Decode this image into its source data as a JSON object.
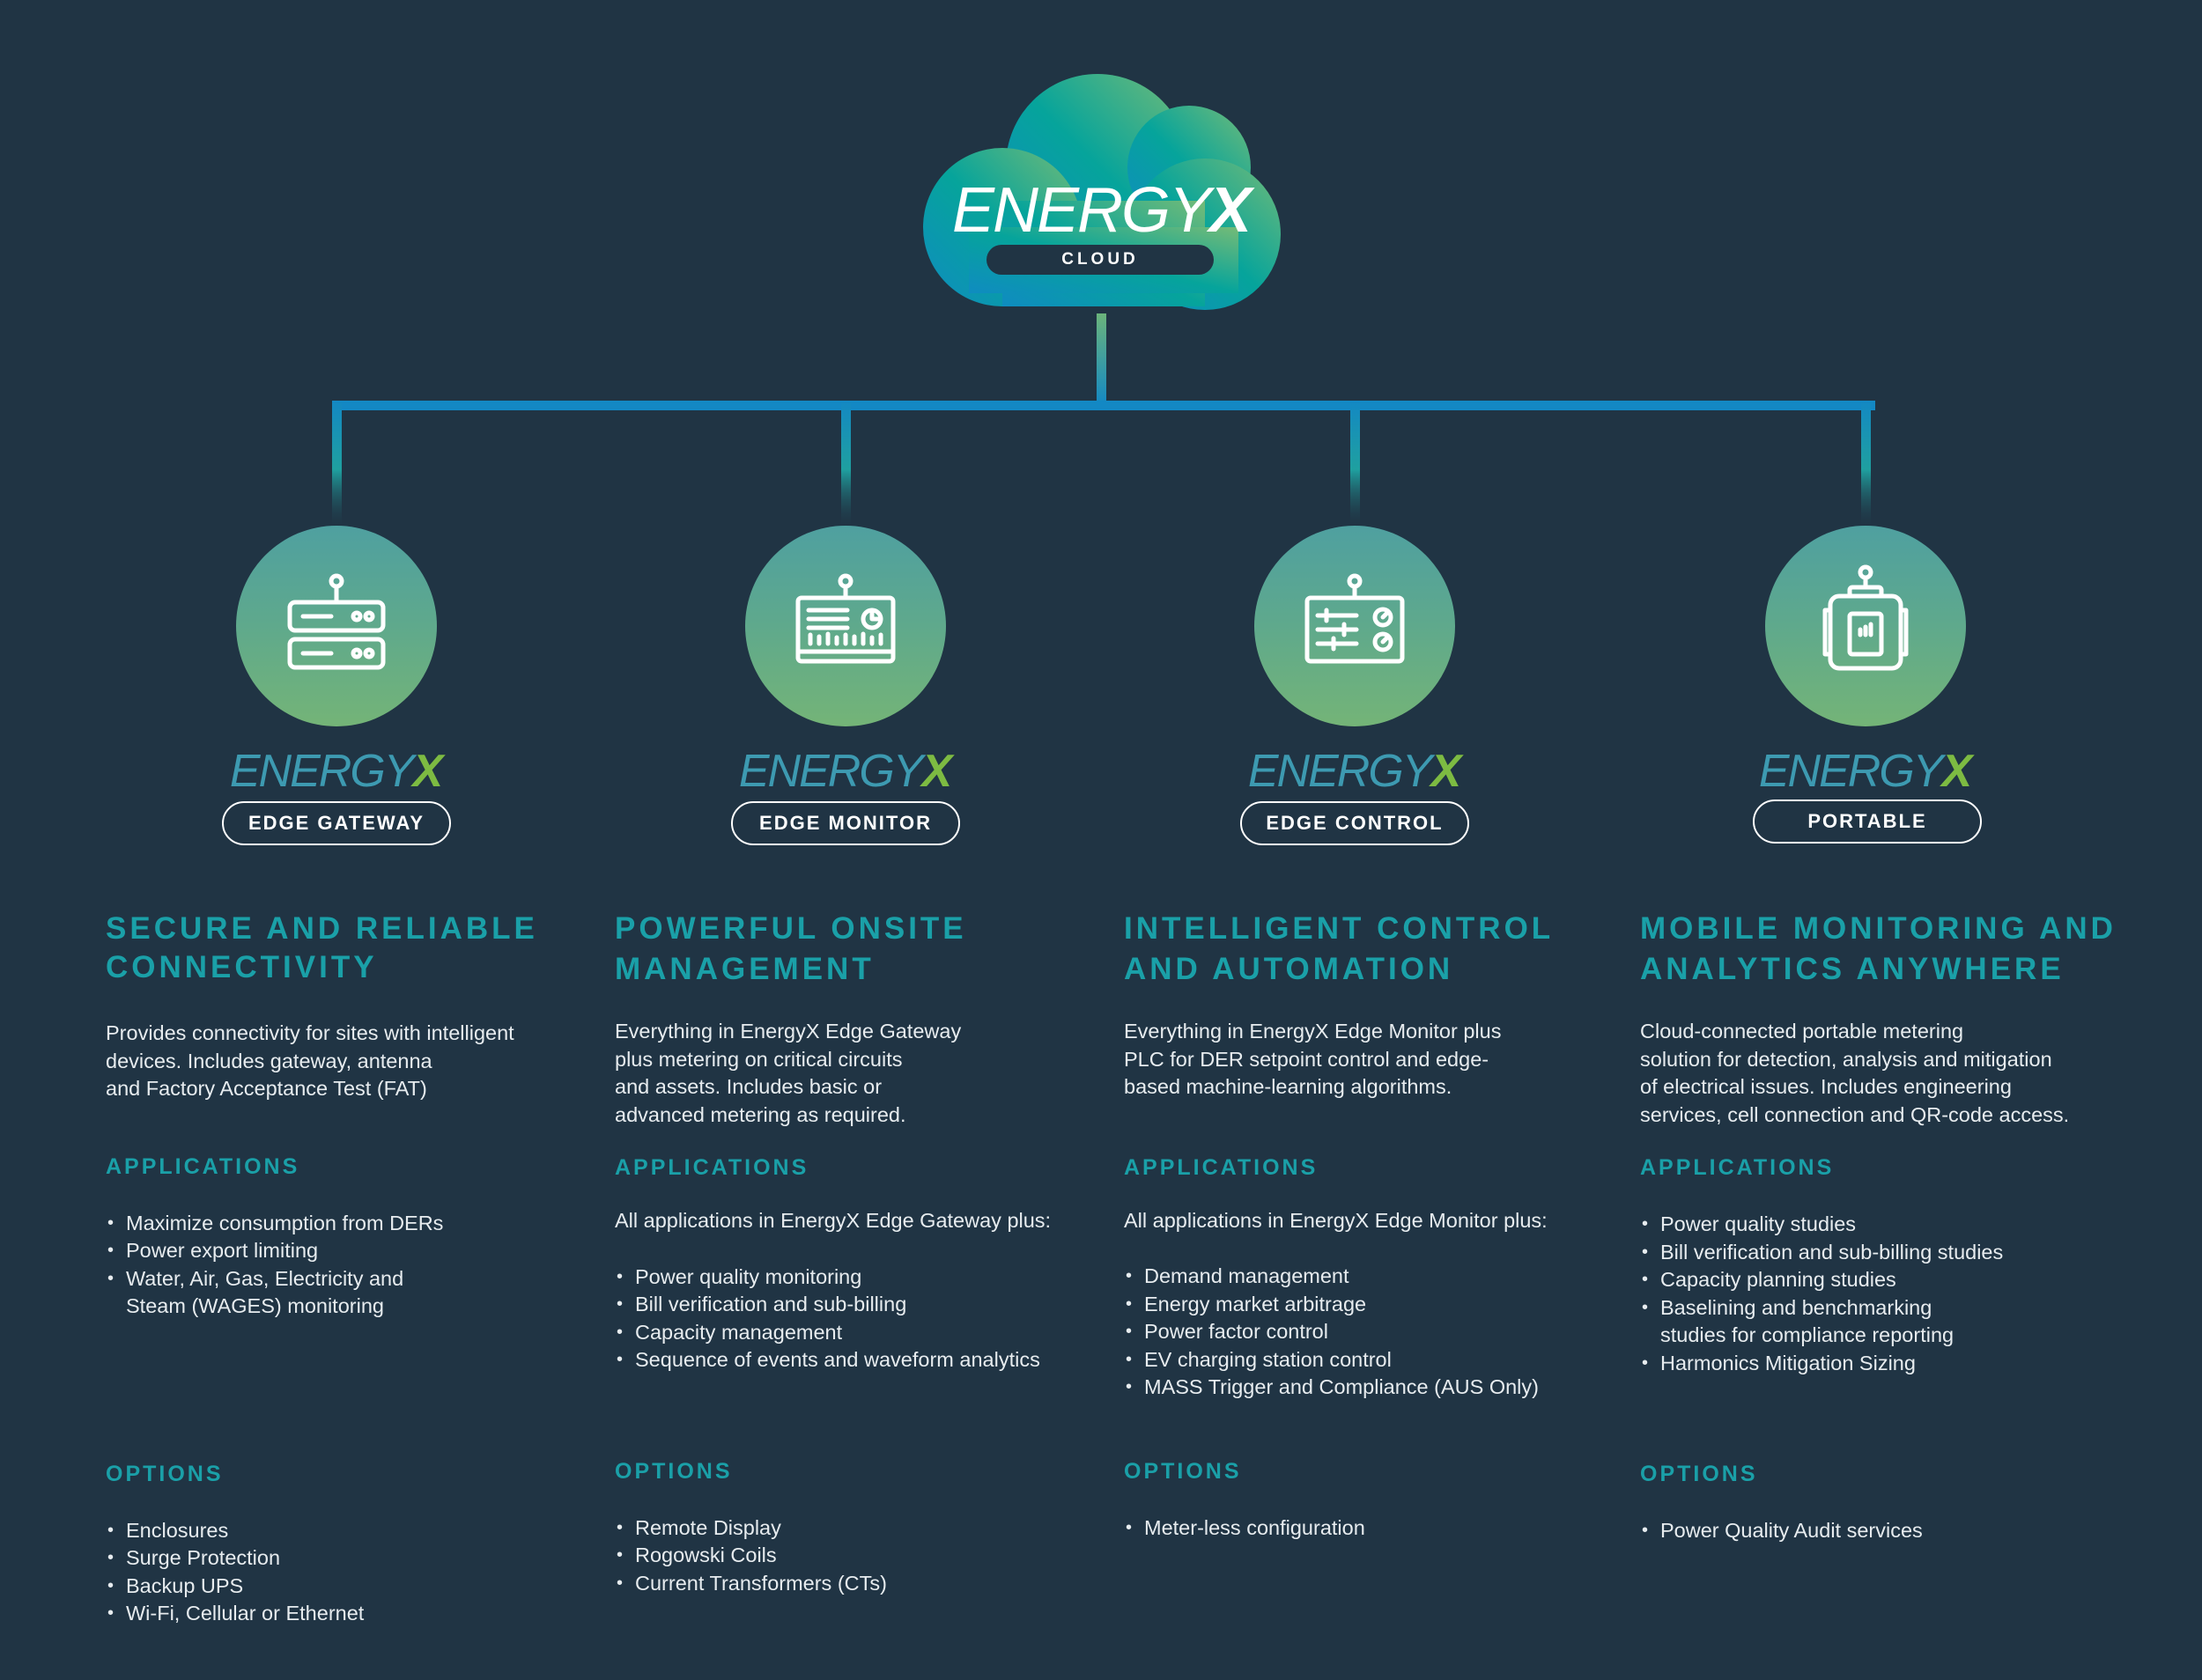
{
  "cloud": {
    "brand": "ENERGY",
    "brand_mark": "X",
    "label": "CLOUD"
  },
  "colors": {
    "background": "#203444",
    "connector_blue": "#1388c4",
    "accent_teal": "#1aa0a8",
    "brand_green": "#7dbb42",
    "brand_blue": "#3d9ab1"
  },
  "devices": [
    {
      "icon": "server-rack-icon",
      "brand": "ENERGY",
      "brand_mark": "X",
      "label": "EDGE GATEWAY",
      "title": [
        "SECURE AND RELIABLE",
        "CONNECTIVITY"
      ],
      "description": [
        "Provides connectivity for sites with intelligent",
        "devices.  Includes gateway, antenna",
        "and Factory Acceptance Test (FAT)"
      ],
      "applications_heading": "APPLICATIONS",
      "applications_intro": "",
      "applications": [
        "Maximize consumption from DERs",
        "Power export limiting",
        "Water, Air, Gas, Electricity and",
        "Steam (WAGES) monitoring"
      ],
      "options_heading": "OPTIONS",
      "options": [
        "Enclosures",
        "Surge Protection",
        "Backup UPS",
        "Wi-Fi, Cellular or Ethernet"
      ]
    },
    {
      "icon": "monitor-display-icon",
      "brand": "ENERGY",
      "brand_mark": "X",
      "label": "EDGE MONITOR",
      "title": [
        "POWERFUL ONSITE",
        "MANAGEMENT"
      ],
      "description": [
        "Everything in EnergyX Edge Gateway",
        "plus metering on critical circuits",
        "and assets. Includes basic or",
        "advanced metering as required."
      ],
      "applications_heading": "APPLICATIONS",
      "applications_intro": "All applications in EnergyX Edge Gateway plus:",
      "applications": [
        "Power quality monitoring",
        "Bill verification and sub-billing",
        "Capacity management",
        "Sequence of events and waveform analytics"
      ],
      "options_heading": "OPTIONS",
      "options": [
        "Remote Display",
        "Rogowski Coils",
        "Current Transformers (CTs)"
      ]
    },
    {
      "icon": "control-panel-icon",
      "brand": "ENERGY",
      "brand_mark": "X",
      "label": "EDGE CONTROL",
      "title": [
        "INTELLIGENT CONTROL",
        "AND AUTOMATION"
      ],
      "description": [
        "Everything in EnergyX Edge Monitor plus",
        "PLC for DER setpoint control and edge-",
        "based machine-learning algorithms."
      ],
      "applications_heading": "APPLICATIONS",
      "applications_intro": "All applications in EnergyX Edge Monitor plus:",
      "applications": [
        "Demand management",
        "Energy market arbitrage",
        "Power factor control",
        "EV charging station control",
        "MASS Trigger and Compliance (AUS Only)"
      ],
      "options_heading": "OPTIONS",
      "options": [
        "Meter-less configuration"
      ]
    },
    {
      "icon": "portable-case-icon",
      "brand": "ENERGY",
      "brand_mark": "X",
      "label": "PORTABLE",
      "title": [
        "MOBILE MONITORING AND",
        "ANALYTICS ANYWHERE"
      ],
      "description": [
        "Cloud-connected portable metering",
        "solution for detection, analysis and mitigation",
        "of electrical issues. Includes engineering",
        "services, cell connection and QR-code access."
      ],
      "applications_heading": "APPLICATIONS",
      "applications_intro": "",
      "applications": [
        "Power quality studies",
        "Bill verification and sub-billing studies",
        "Capacity planning studies",
        "Baselining and benchmarking",
        "studies for compliance reporting",
        "Harmonics Mitigation Sizing"
      ],
      "options_heading": "OPTIONS",
      "options": [
        "Power Quality Audit services"
      ]
    }
  ]
}
